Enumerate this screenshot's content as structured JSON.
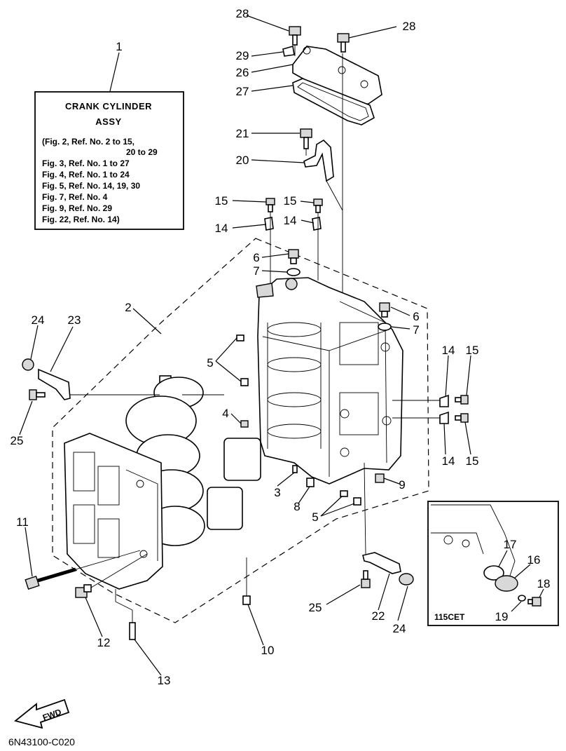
{
  "legend": {
    "title_line1": "CRANK CYLINDER",
    "title_line2": "ASSY",
    "lines": [
      "(Fig. 2, Ref. No. 2 to 15,",
      "20 to 29",
      "Fig. 3, Ref. No. 1 to 27",
      "Fig. 4, Ref. No. 1 to 24",
      "Fig. 5, Ref. No. 14, 19, 30",
      "Fig. 7, Ref. No. 4",
      "Fig. 9, Ref. No. 29",
      "Fig. 22, Ref. No. 14)"
    ]
  },
  "callouts": {
    "n1": "1",
    "n2": "2",
    "n3": "3",
    "n4": "4",
    "n5a": "5",
    "n5b": "5",
    "n6a": "6",
    "n6b": "6",
    "n7a": "7",
    "n7b": "7",
    "n8": "8",
    "n9": "9",
    "n10": "10",
    "n11": "11",
    "n12": "12",
    "n13": "13",
    "n14a": "14",
    "n14b": "14",
    "n14c": "14",
    "n14d": "14",
    "n15a": "15",
    "n15b": "15",
    "n15c": "15",
    "n15d": "15",
    "n16": "16",
    "n17": "17",
    "n18": "18",
    "n19": "19",
    "n20": "20",
    "n21": "21",
    "n22": "22",
    "n23": "23",
    "n24a": "24",
    "n24b": "24",
    "n25a": "25",
    "n25b": "25",
    "n26": "26",
    "n27": "27",
    "n28a": "28",
    "n28b": "28",
    "n29": "29"
  },
  "inset": {
    "label": "115CET"
  },
  "fwd_arrow": {
    "label": "FWD"
  },
  "drawing_code": "6N43100-C020"
}
